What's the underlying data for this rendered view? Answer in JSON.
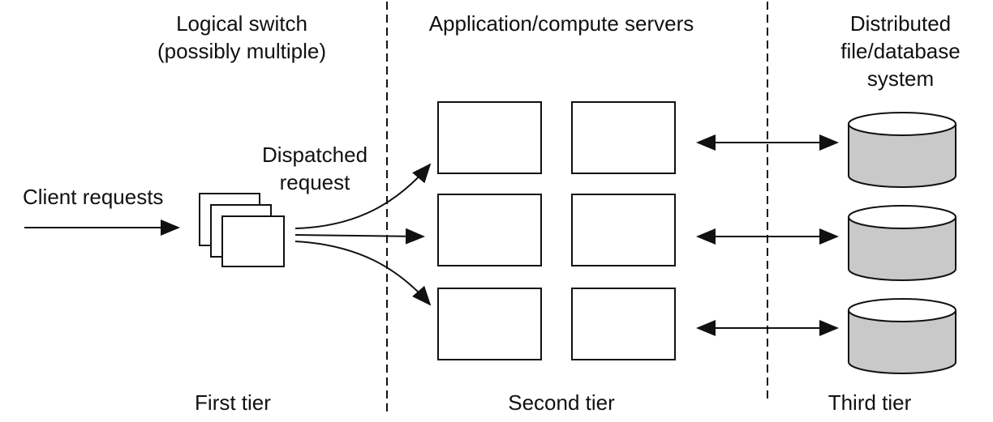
{
  "labels": {
    "logical_switch_line1": "Logical switch",
    "logical_switch_line2": "(possibly multiple)",
    "app_servers": "Application/compute servers",
    "dist_fs_line1": "Distributed",
    "dist_fs_line2": "file/database",
    "dist_fs_line3": "system",
    "dispatched_line1": "Dispatched",
    "dispatched_line2": "request",
    "client_requests": "Client requests",
    "first_tier": "First tier",
    "second_tier": "Second tier",
    "third_tier": "Third tier"
  },
  "colors": {
    "ink": "#111111",
    "disk_fill": "#c9c9c9",
    "background": "#ffffff"
  }
}
